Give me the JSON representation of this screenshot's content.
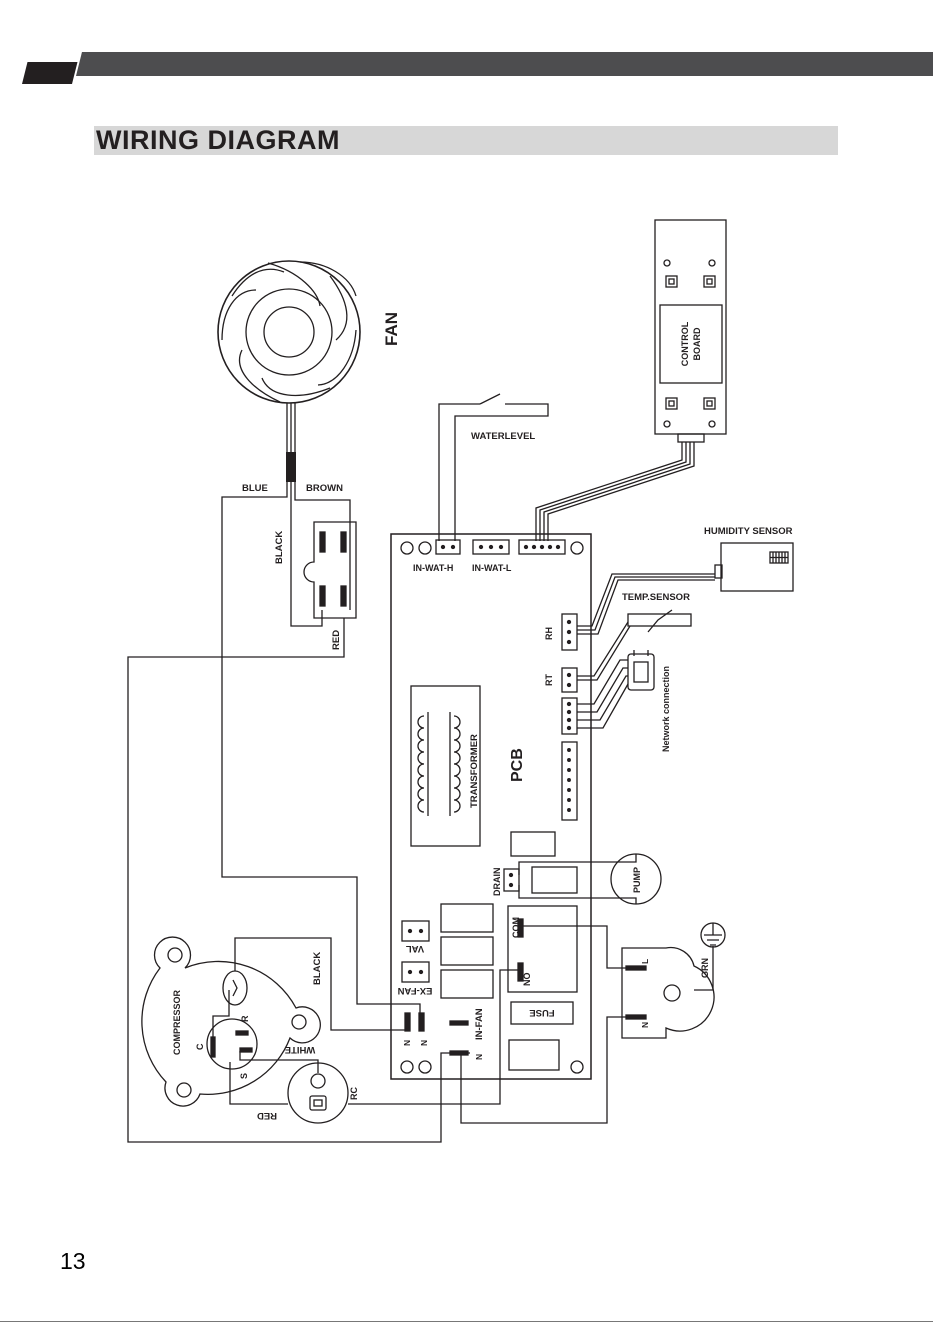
{
  "header": {
    "title": "WIRING DIAGRAM"
  },
  "page": {
    "number": "13"
  },
  "diagram": {
    "fan": "FAN",
    "waterlevel": "WATERLEVEL",
    "control_board_line1": "CONTROL",
    "control_board_line2": "BOARD",
    "humidity_sensor": "HUMIDITY  SENSOR",
    "temp_sensor": "TEMP.SENSOR",
    "network_connection": "Network  connection",
    "pcb": "PCB",
    "transformer": "TRANSFORMER",
    "in_wat_h": "IN-WAT-H",
    "in_wat_l": "IN-WAT-L",
    "rh": "RH",
    "rt": "RT",
    "drain": "DRAIN",
    "pump": "PUMP",
    "com": "COM",
    "no": "NO",
    "fuse": "FUSE",
    "val": "VAL",
    "ex_fan": "EX-FAN",
    "in_fan": "IN-FAN",
    "n": "N",
    "l": "L",
    "grn": "GRN",
    "blue": "BLUE",
    "brown": "BROWN",
    "black": "BLACK",
    "red": "RED",
    "white": "WHITE",
    "compressor": "COMPRESSOR",
    "c": "C",
    "r": "R",
    "s": "S",
    "rc": "RC"
  }
}
